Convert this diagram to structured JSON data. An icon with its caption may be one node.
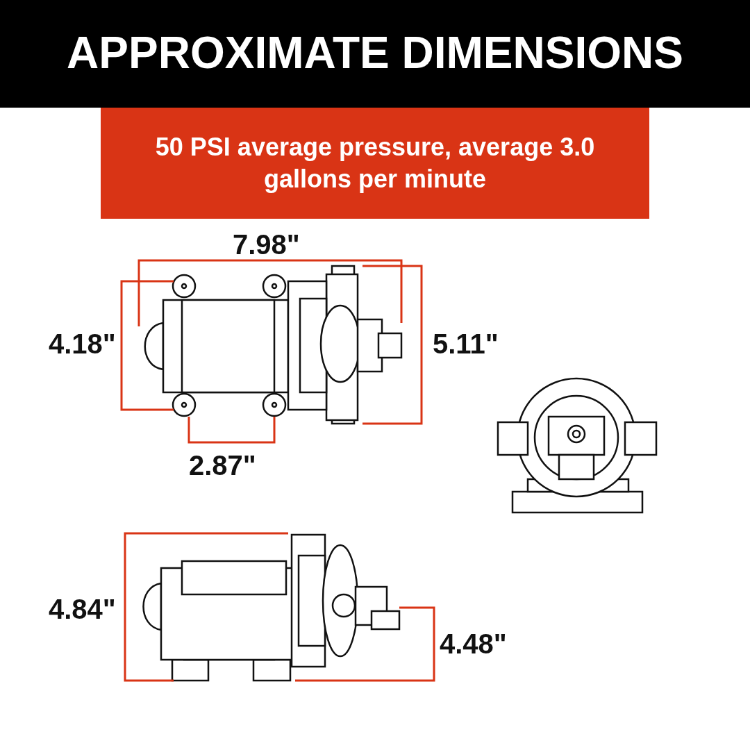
{
  "diagram": {
    "title": "APPROXIMATE DIMENSIONS",
    "nodes": [
      {
        "text": [
          "50 PSI average pressure, average 3.0 gallons per minute"
        ]
      }
    ],
    "labels": [
      "7.98\"",
      "4.18\"",
      "5.11\"",
      "2.87\"",
      "4.84\"",
      "4.48\""
    ]
  }
}
